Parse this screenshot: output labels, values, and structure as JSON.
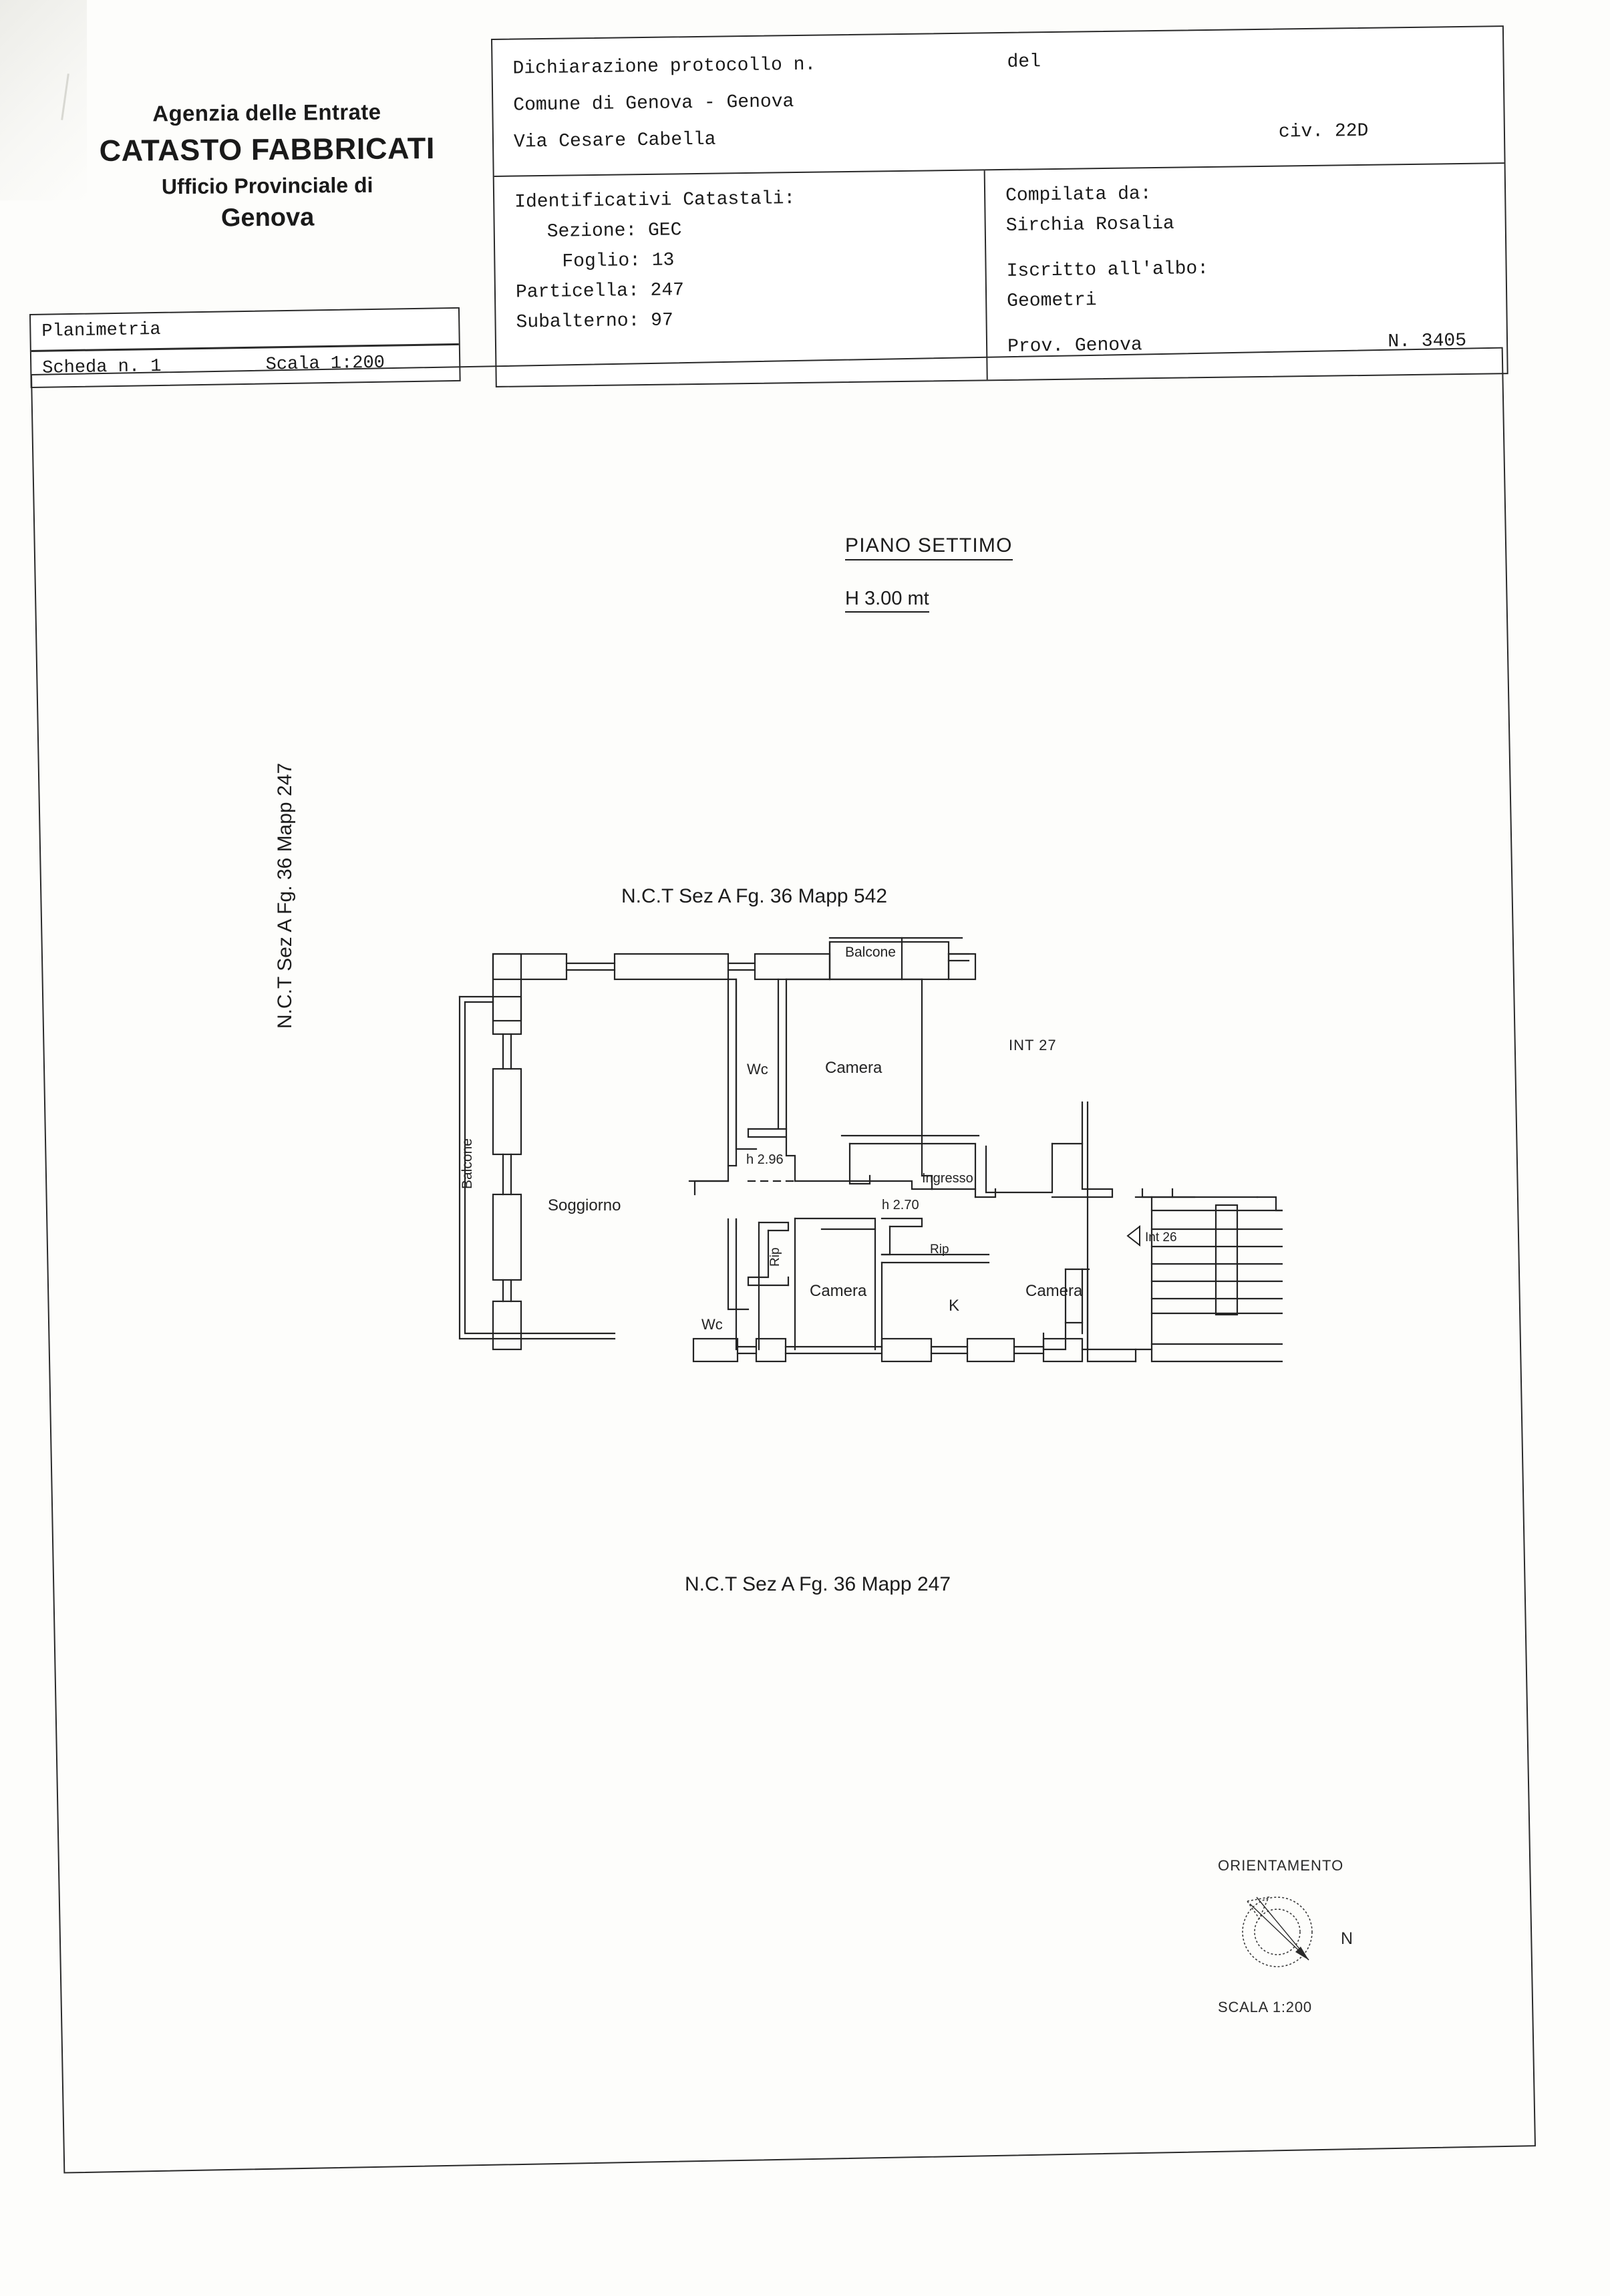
{
  "agency": {
    "line1": "Agenzia delle Entrate",
    "line2": "CATASTO FABBRICATI",
    "line3": "Ufficio Provinciale di",
    "line4": "Genova"
  },
  "planimetria_box": {
    "title": "Planimetria",
    "scheda": "Scheda n. 1",
    "scala": "Scala 1:200"
  },
  "header": {
    "dichiarazione_label": "Dichiarazione protocollo n.",
    "del_label": "del",
    "comune": "Comune di Genova - Genova",
    "via": "Via Cesare Cabella",
    "civico": "civ. 22D",
    "identificativi_label": "Identificativi Catastali:",
    "sezione": "Sezione: GEC",
    "foglio": "Foglio: 13",
    "particella": "Particella: 247",
    "subalterno": "Subalterno: 97",
    "compilata_label": "Compilata da:",
    "compilata_nome": "Sirchia Rosalia",
    "iscritto_label": "Iscritto all'albo:",
    "iscritto_valore": "Geometri",
    "prov": "Prov. Genova",
    "numero": "N. 3405"
  },
  "drawing": {
    "floor_title": "PIANO  SETTIMO",
    "floor_height": "H 3.00 mt",
    "nct_top": "N.C.T  Sez A Fg. 36 Mapp 542",
    "nct_bottom": "N.C.T  Sez A  Fg. 36 Mapp 247",
    "nct_left": "N.C.T  Sez A  Fg. 36 Mapp 247"
  },
  "rooms": {
    "balcone_top": "Balcone",
    "balcone_left": "Balcone",
    "wc_upper": "Wc",
    "camera_upper": "Camera",
    "soggiorno": "Soggiorno",
    "h_296": "h 2.96",
    "h_270": "h 2.70",
    "int_27": "INT 27",
    "int_26": "Int 26",
    "ingresso": "Ingresso",
    "rip_left": "Rip",
    "rip_right": "Rip",
    "wc_lower": "Wc",
    "camera_lower_left": "Camera",
    "cucina": "K",
    "camera_lower_right": "Camera"
  },
  "orientation": {
    "caption": "ORIENTAMENTO",
    "north_label": "N",
    "scala": "SCALA 1:200"
  },
  "colors": {
    "ink": "#1c1c1c",
    "paper": "#fdfdfb",
    "line": "#2a2a2a"
  }
}
